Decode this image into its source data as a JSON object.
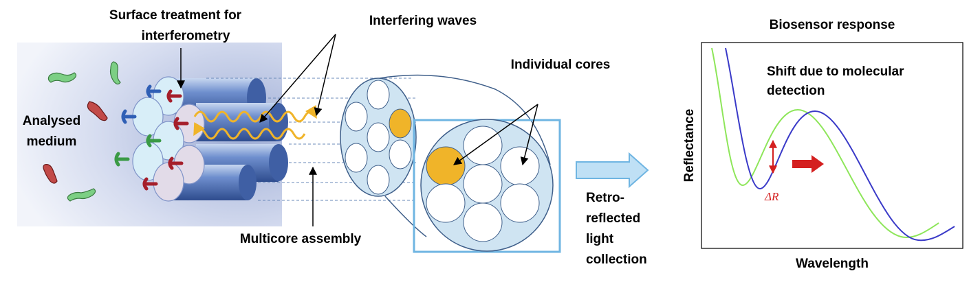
{
  "labels": {
    "surface_treatment_line1": "Surface treatment for",
    "surface_treatment_line2": "interferometry",
    "interfering_waves": "Interfering waves",
    "individual_cores": "Individual cores",
    "analysed_medium_line1": "Analysed",
    "analysed_medium_line2": "medium",
    "multicore_assembly": "Multicore assembly",
    "retro_line1": "Retro-",
    "retro_line2": "reflected",
    "retro_line3": "light",
    "retro_line4": "collection"
  },
  "plot": {
    "title": "Biosensor response",
    "xlabel": "Wavelength",
    "ylabel": "Reflectance",
    "annotation_line1": "Shift due to molecular",
    "annotation_line2": "detection",
    "delta_label": "ΔR"
  },
  "colors": {
    "curve_before": "#8ee65a",
    "curve_after": "#3a3ac8",
    "wave": "#f0b429",
    "core_highlight": "#f0b429",
    "fiber": "#5b7ec0",
    "marker_red": "#d42020",
    "arrow_fill": "#bfe0f5"
  }
}
